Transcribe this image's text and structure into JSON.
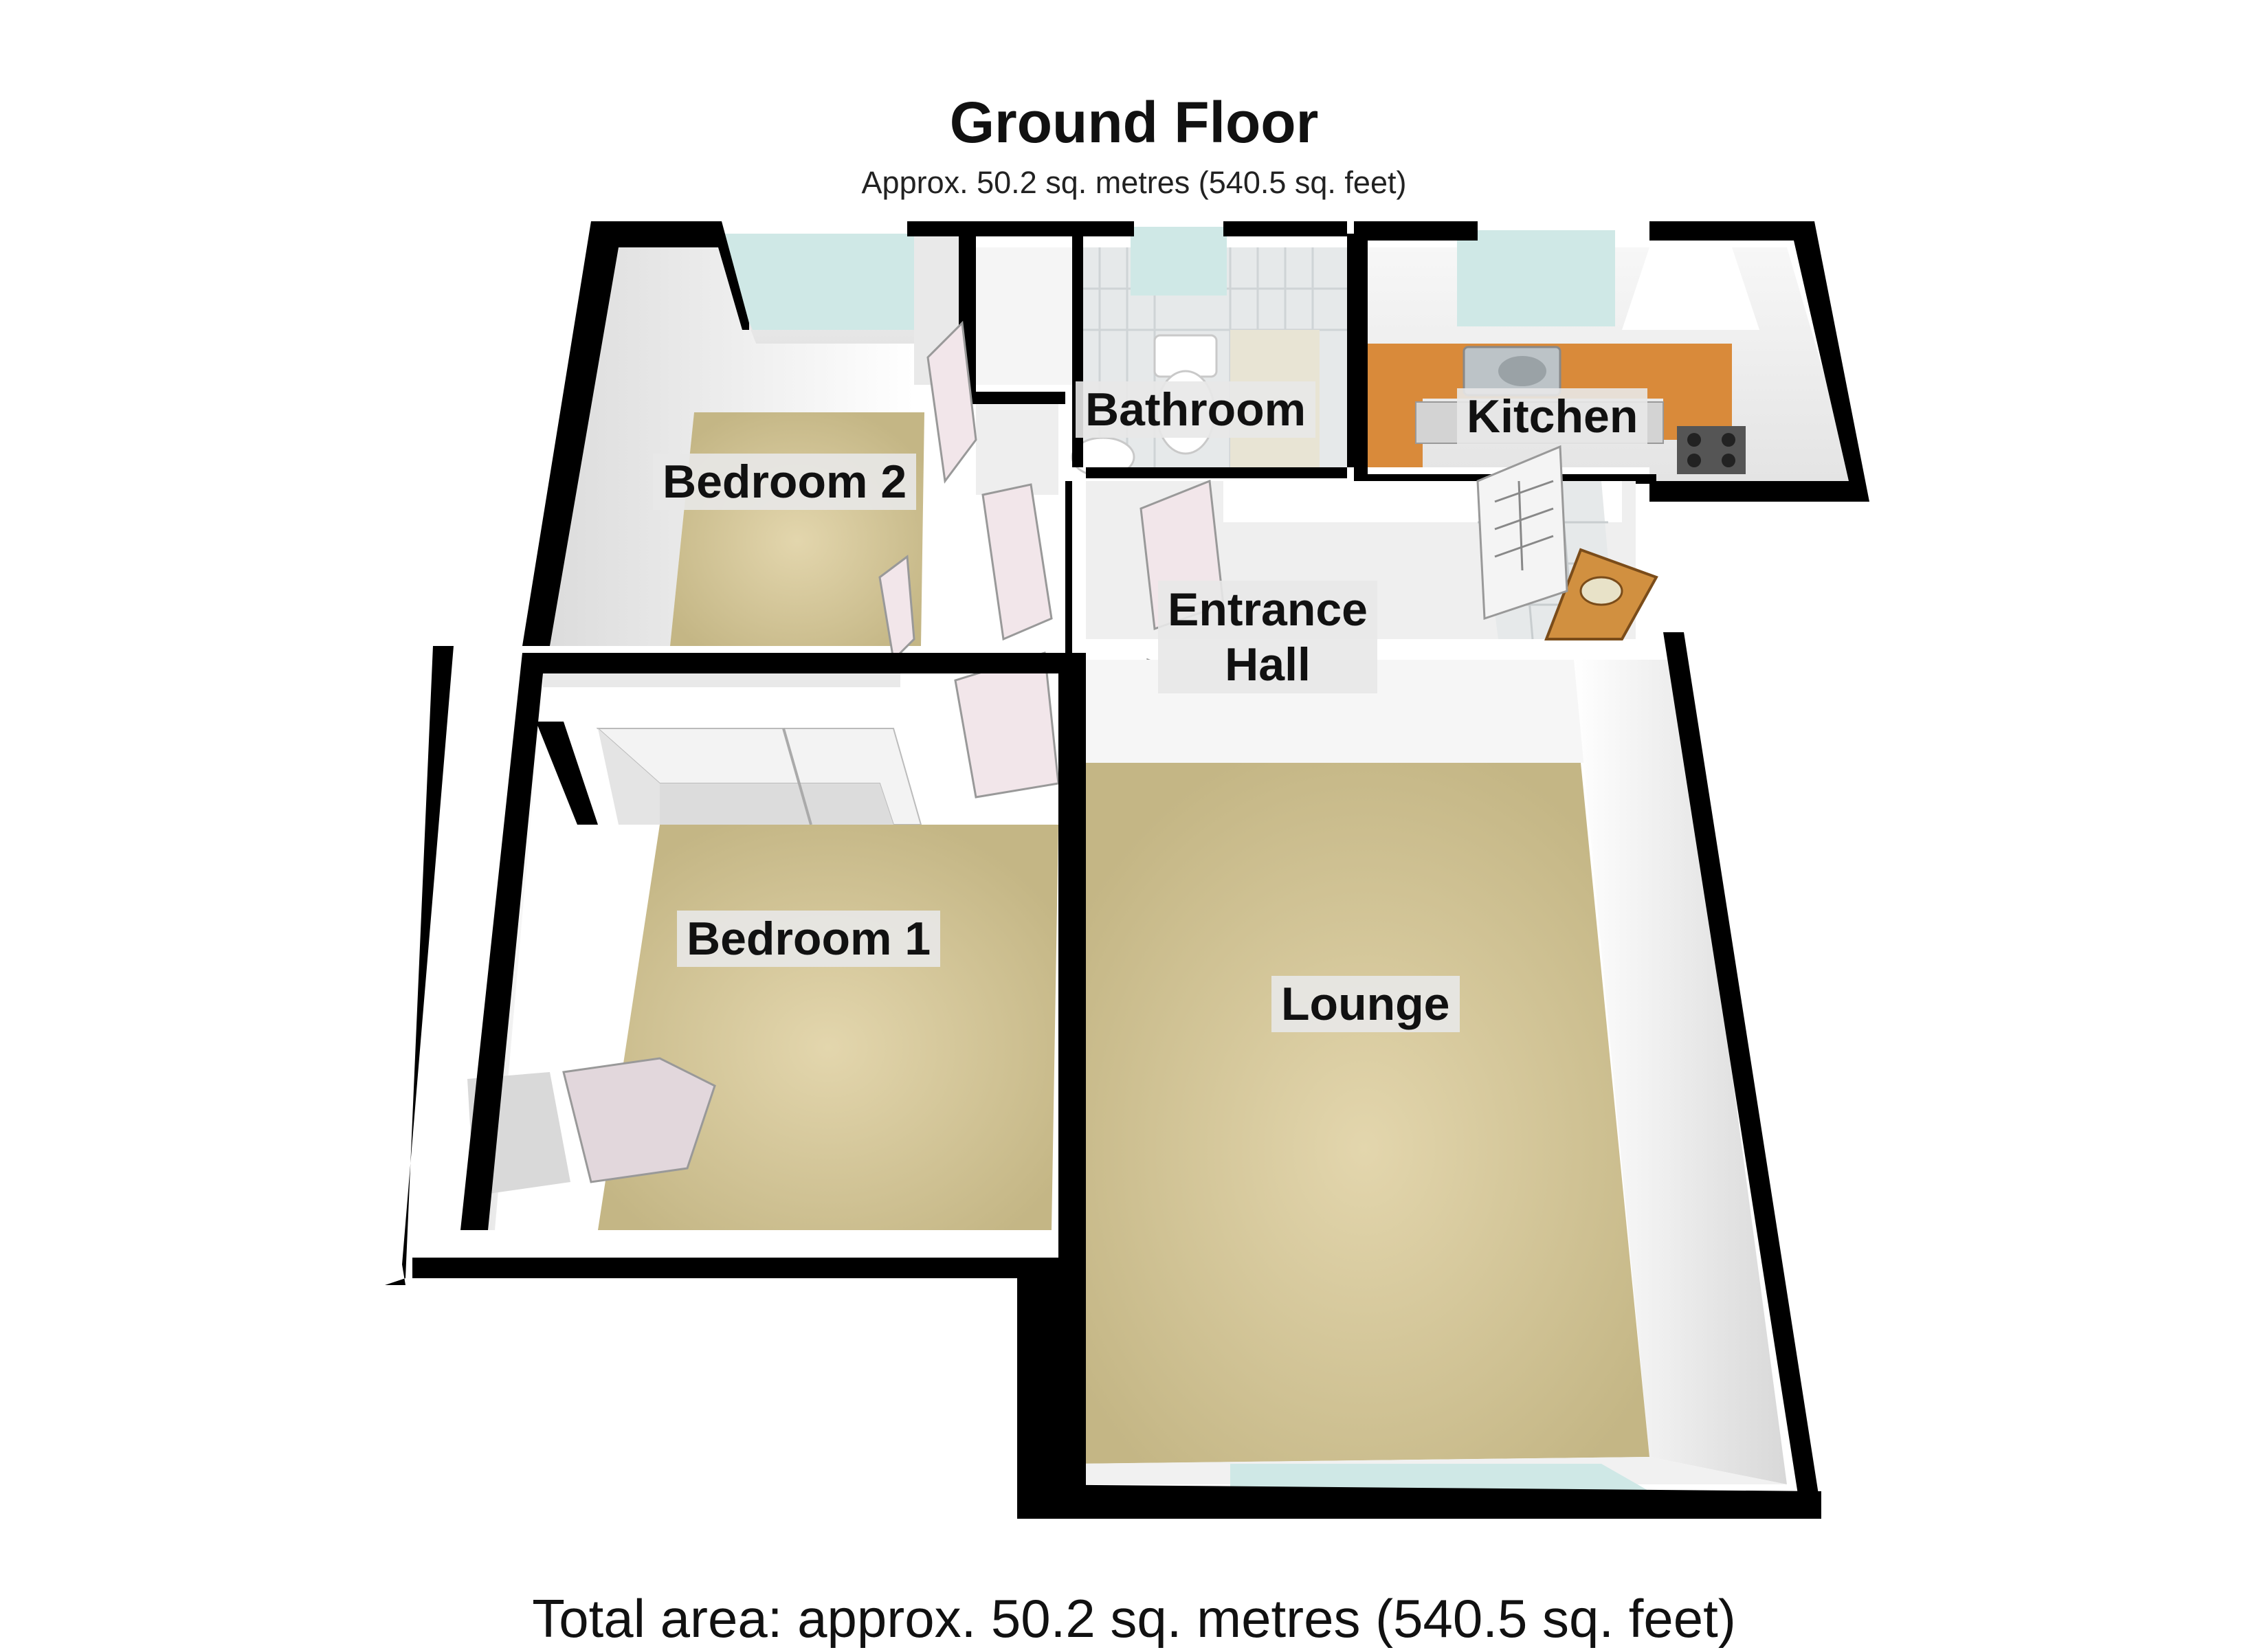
{
  "floor": {
    "title": "Ground Floor",
    "area": "Approx. 50.2 sq. metres (540.5 sq. feet)"
  },
  "rooms": {
    "bedroom2": "Bedroom 2",
    "bathroom": "Bathroom",
    "kitchen": "Kitchen",
    "entrance_hall_line1": "Entrance",
    "entrance_hall_line2": "Hall",
    "bedroom1": "Bedroom 1",
    "lounge": "Lounge"
  },
  "total_area": "Total area: approx. 50.2 sq. metres (540.5 sq. feet)",
  "colors": {
    "wall": "#000000",
    "carpet": "#cfc29a",
    "kitchen_worktop": "#d98a3a",
    "window_glass": "#cfe8e6",
    "inner_wall": "#f2f2f2",
    "tile": "#e6e9ea"
  }
}
